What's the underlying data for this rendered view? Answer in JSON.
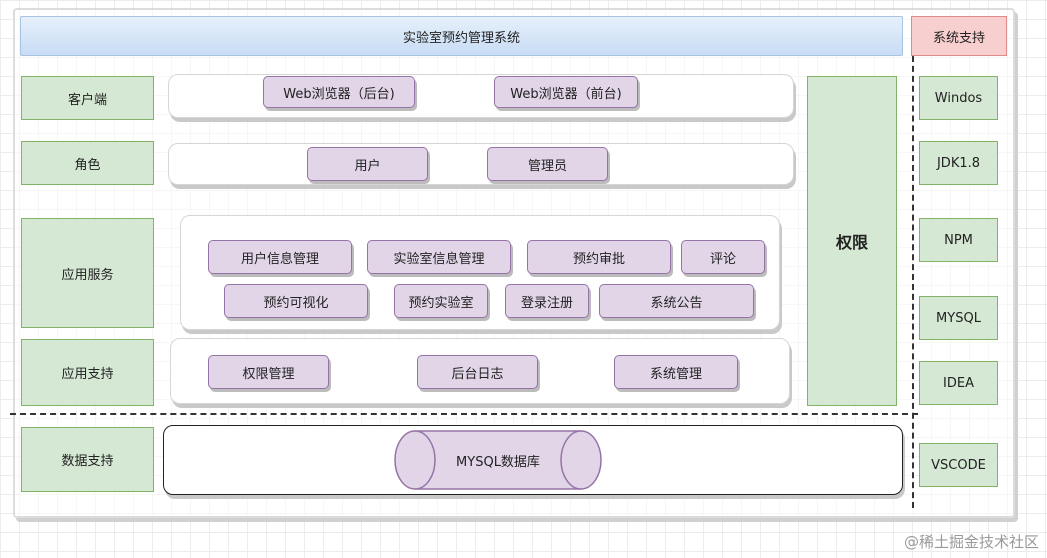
{
  "title": "实验室预约管理系统",
  "support": {
    "title": "系统支持",
    "items": [
      "Windos",
      "JDK1.8",
      "NPM",
      "MYSQL",
      "IDEA",
      "VSCODE"
    ]
  },
  "layers": {
    "client": "客户端",
    "role": "角色",
    "app_service": "应用服务",
    "app_support": "应用支持",
    "data_support": "数据支持"
  },
  "client_items": [
    "Web浏览器（后台)",
    "Web浏览器（前台)"
  ],
  "role_items": [
    "用户",
    "管理员"
  ],
  "service_items": [
    "用户信息管理",
    "实验室信息管理",
    "预约审批",
    "评论",
    "预约可视化",
    "预约实验室",
    "登录注册",
    "系统公告"
  ],
  "support_items": [
    "权限管理",
    "后台日志",
    "系统管理"
  ],
  "database": "MYSQL数据库",
  "permission": "权限",
  "watermark": "@稀土掘金技术社区",
  "colors": {
    "layer_fill": "#d5e8d4",
    "module_fill": "#e1d5e7",
    "title_fill": "#dae8fc",
    "support_title_fill": "#f8cecc"
  }
}
